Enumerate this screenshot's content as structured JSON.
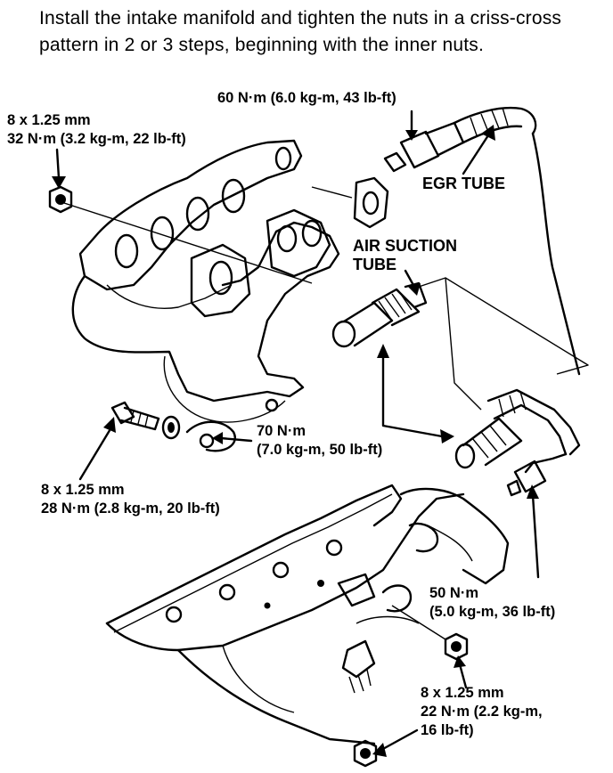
{
  "instruction": "Install the intake manifold and tighten the nuts in a criss-cross pattern in 2 or 3 steps, beginning with the inner nuts.",
  "callouts": {
    "egr_fitting_torque": "60 N·m (6.0 kg-m, 43 lb-ft)",
    "top_left_nut": {
      "size": "8 x 1.25 mm",
      "torque": "32 N·m (3.2 kg-m, 22 lb-ft)"
    },
    "egr_tube": "EGR TUBE",
    "air_suction_tube": {
      "line1": "AIR SUCTION",
      "line2": "TUBE"
    },
    "air_suction_torque": {
      "line1": "70 N·m",
      "line2": "(7.0 kg-m, 50 lb-ft)"
    },
    "lower_left_bolt": {
      "size": "8 x 1.25 mm",
      "torque": "28 N·m (2.8 kg-m, 20 lb-ft)"
    },
    "egr_lower_fitting": {
      "line1": "50 N·m",
      "line2": "(5.0 kg-m, 36 lb-ft)"
    },
    "lower_right_nut": {
      "size": "8 x 1.25 mm",
      "line1": "22 N·m (2.2 kg-m,",
      "line2": "16 lb-ft)"
    }
  },
  "colors": {
    "ink": "#000000",
    "paper": "#ffffff"
  }
}
